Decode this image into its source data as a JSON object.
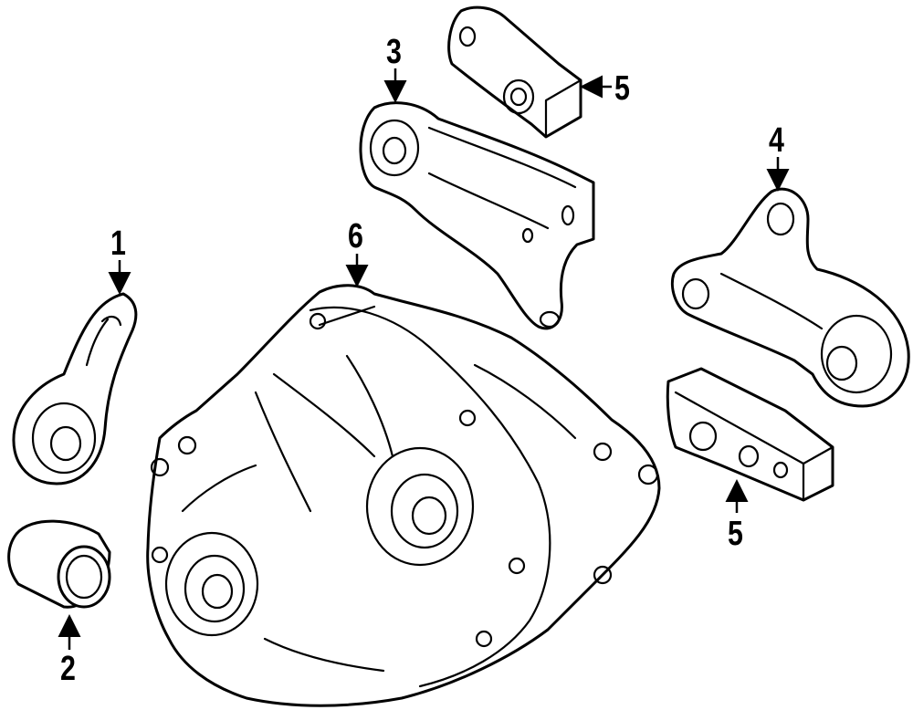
{
  "callouts": [
    {
      "id": "1",
      "label": "1"
    },
    {
      "id": "2",
      "label": "2"
    },
    {
      "id": "3",
      "label": "3"
    },
    {
      "id": "4",
      "label": "4"
    },
    {
      "id": "5a",
      "label": "5"
    },
    {
      "id": "5b",
      "label": "5"
    },
    {
      "id": "6",
      "label": "6"
    }
  ],
  "colors": {
    "line": "#000000",
    "background": "#ffffff"
  }
}
